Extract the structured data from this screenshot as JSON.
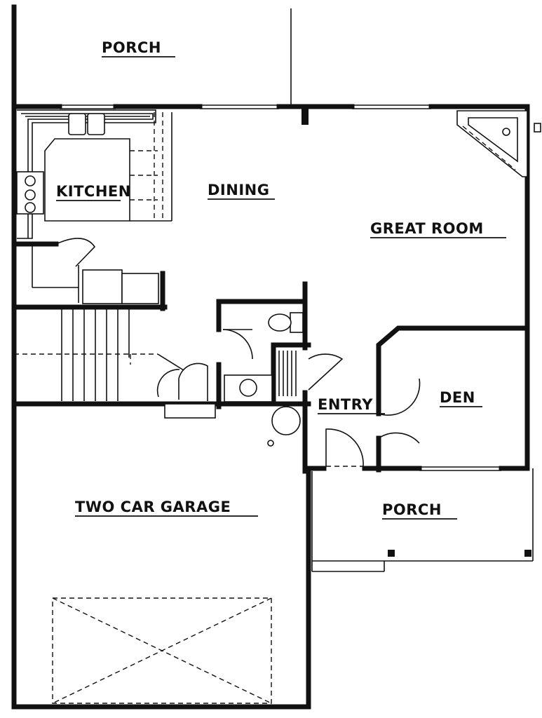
{
  "plan": {
    "rooms": {
      "porch_rear": "PORCH",
      "kitchen": "KITCHEN",
      "dining": "DINING",
      "great_room": "GREAT ROOM",
      "entry": "ENTRY",
      "den": "DEN",
      "garage": "TWO CAR GARAGE",
      "porch_front": "PORCH"
    },
    "colors": {
      "ink": "#111111",
      "paper": "#ffffff"
    }
  }
}
